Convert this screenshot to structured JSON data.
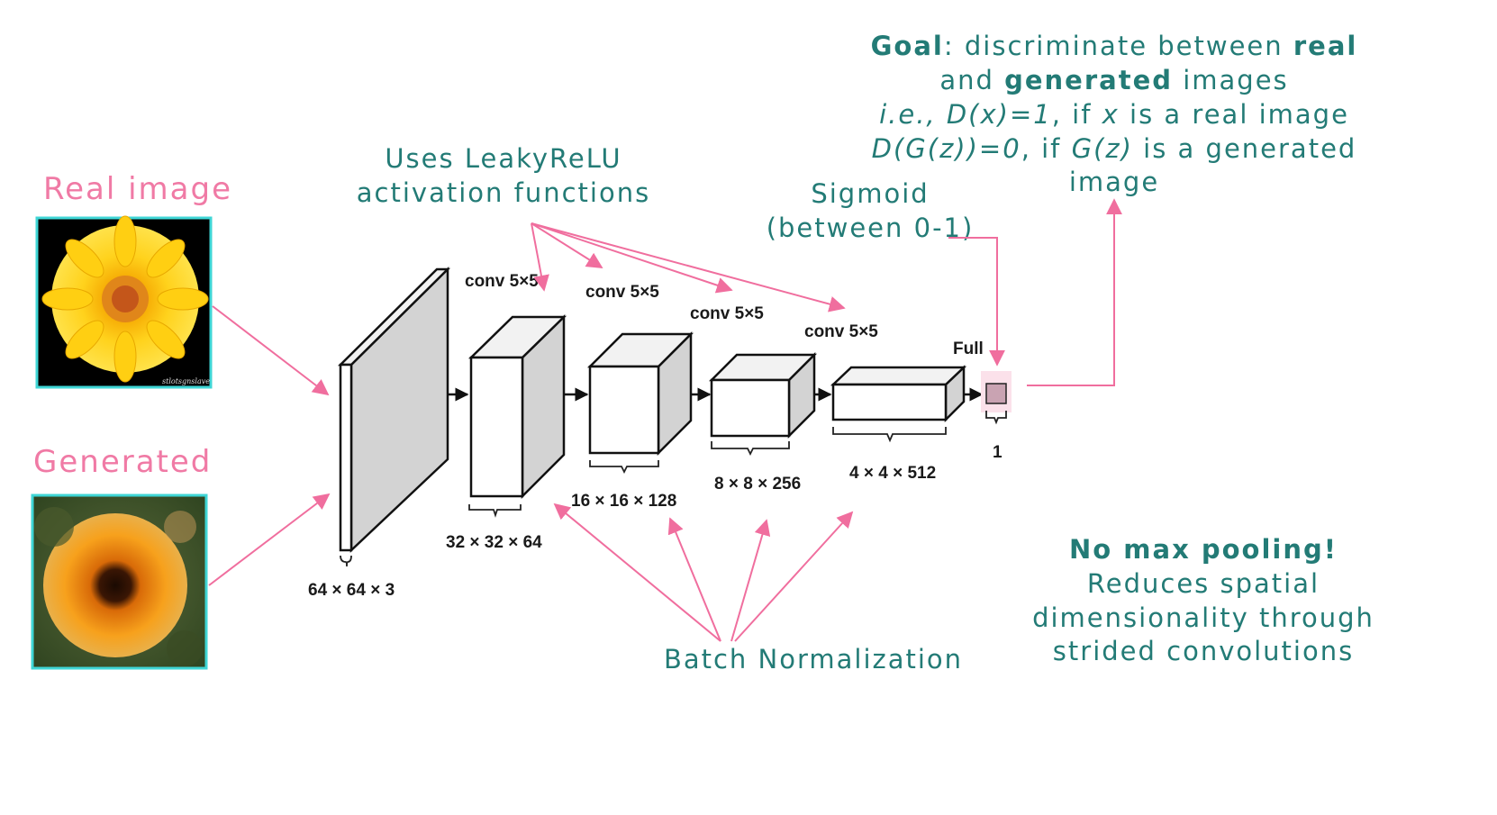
{
  "inputs": {
    "real_label": "Real image",
    "generated_label": "Generated",
    "real_watermark": "stlotsgnslave"
  },
  "annotations": {
    "leaky_relu_line1": "Uses LeakyReLU",
    "leaky_relu_line2": "activation functions",
    "sigmoid_line1": "Sigmoid",
    "sigmoid_line2": "(between 0-1)",
    "batch_norm": "Batch Normalization"
  },
  "goal": {
    "line1_bold": "Goal",
    "line1_rest": ": discriminate between ",
    "line1_bold2": "real",
    "line2_pre": "and ",
    "line2_bold": "generated",
    "line2_post": " images",
    "line3_ital1": "i.e., D(x)=1",
    "line3_rest": ", if ",
    "line3_ital2": "x",
    "line3_end": " is a real image",
    "line4_ital1": "D(G(z))=0",
    "line4_rest": ", if ",
    "line4_ital2": "G(z)",
    "line4_end": " is a generated",
    "line5": "image"
  },
  "pooling_note": {
    "title": "No max pooling!",
    "line1": "Reduces spatial",
    "line2": "dimensionality through",
    "line3": "strided convolutions"
  },
  "network": {
    "conv_labels": [
      "conv 5×5",
      "conv 5×5",
      "conv 5×5",
      "conv 5×5"
    ],
    "full_label": "Full",
    "dims": [
      "64 × 64 × 3",
      "32 × 32 × 64",
      "16 × 16 × 128",
      "8 × 8 × 256",
      "4 × 4 × 512",
      "1"
    ]
  },
  "colors": {
    "pink": "#f07aa5",
    "teal": "#237b76",
    "image_border": "#3fd6d6"
  }
}
